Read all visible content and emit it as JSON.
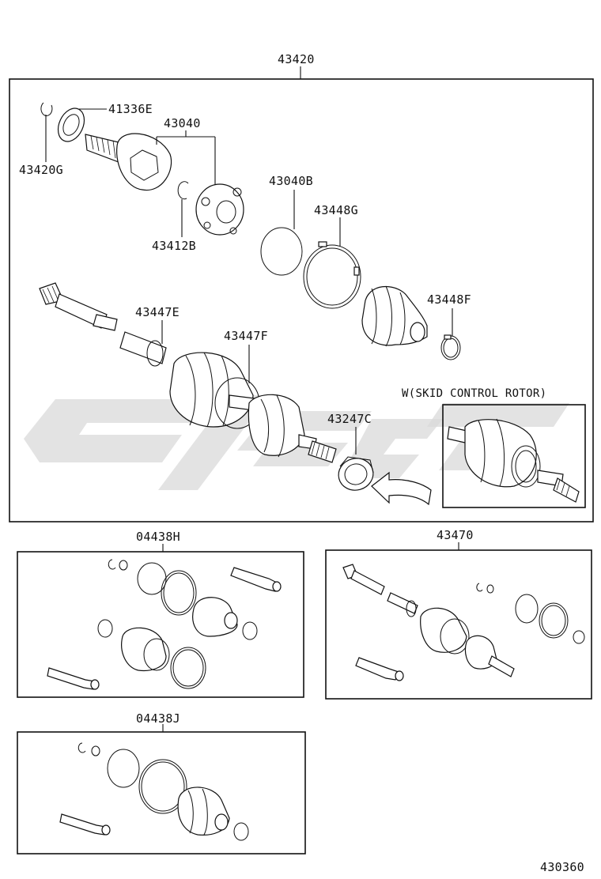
{
  "labels": {
    "assembly_main": "43420",
    "snap_ring_outer": "43420G",
    "dust_seal": "41336E",
    "outboard_joint": "43040",
    "snap_ring_inner": "43412B",
    "ring": "43040B",
    "boot_clamp_large": "43448G",
    "boot_clamp_small": "43448F",
    "boot_clamp_e": "43447E",
    "boot_clamp_f": "43447F",
    "sensor_rotor": "43247C",
    "skid_control_caption": "W(SKID CONTROL ROTOR)",
    "boot_kit_h": "04438H",
    "shaft_assembly_alt": "43470",
    "boot_kit_j": "04438J",
    "page_code": "430360"
  },
  "colors": {
    "line": "#111111",
    "watermark": "#d9d9d9",
    "background": "#ffffff"
  }
}
